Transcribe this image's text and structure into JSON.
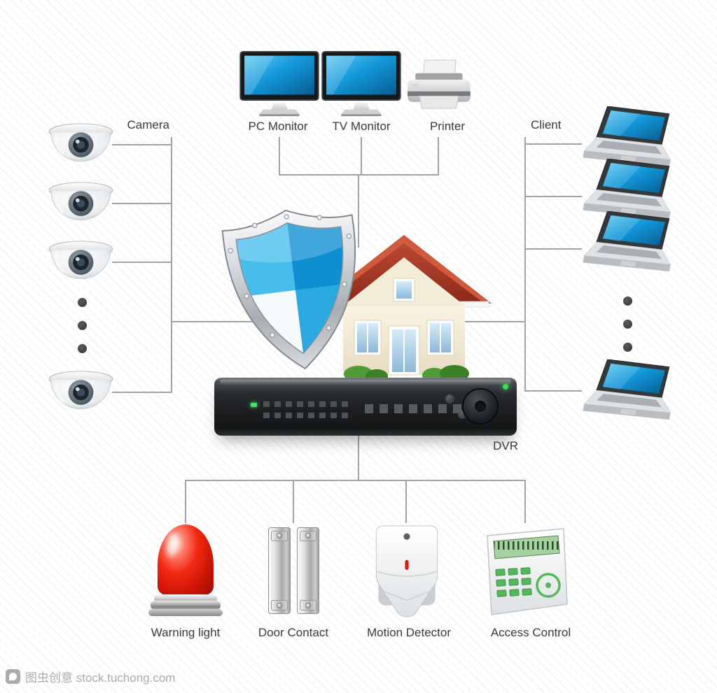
{
  "nodes": {
    "camera": {
      "label": "Camera"
    },
    "pc_monitor": {
      "label": "PC Monitor"
    },
    "tv_monitor": {
      "label": "TV Monitor"
    },
    "printer": {
      "label": "Printer"
    },
    "client": {
      "label": "Client"
    },
    "dvr": {
      "label": "DVR"
    },
    "warning_light": {
      "label": "Warning light"
    },
    "door_contact": {
      "label": "Door Contact"
    },
    "motion_detector": {
      "label": "Motion Detector"
    },
    "access_control": {
      "label": "Access Control"
    }
  },
  "watermark": {
    "text": "图虫创意 stock.tuchong.com"
  },
  "colors": {
    "connector_line": "#a3a3a3",
    "screen_blue": "#1398da",
    "shield_blue": "#2fb0e6",
    "siren_red": "#e51304",
    "roof_red": "#a33527",
    "keypad_green": "#55b759"
  }
}
